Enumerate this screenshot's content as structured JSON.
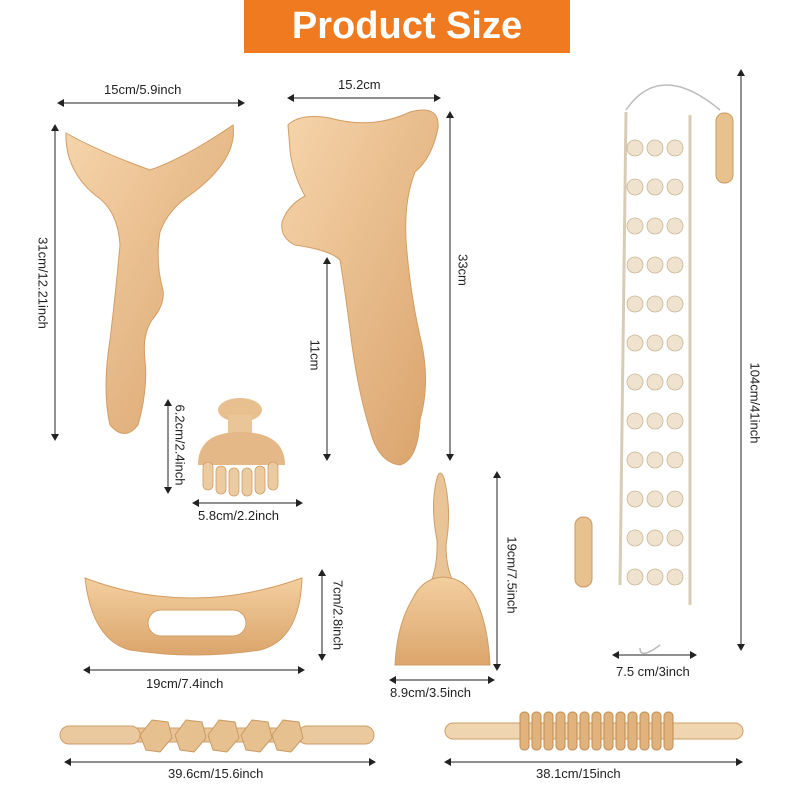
{
  "title": "Product Size",
  "colors": {
    "banner": "#ef7a1f",
    "wood_light": "#f1c99a",
    "wood_dark": "#dca86f",
    "bead": "#efe3cf"
  },
  "products": [
    {
      "name": "v-shaped-board",
      "dims": [
        "15cm/5.9inch",
        "31cm/12.21inch"
      ]
    },
    {
      "name": "gua-sha-board",
      "dims": [
        "15.2cm",
        "33cm",
        "11cm"
      ]
    },
    {
      "name": "mushroom-massager",
      "dims": [
        "6.2cm/2.4inch",
        "5.8cm/2.2inch"
      ]
    },
    {
      "name": "bead-belt-roller",
      "dims": [
        "104cm/41inch",
        "7.5 cm/3inch"
      ]
    },
    {
      "name": "curved-handle-board",
      "dims": [
        "7cm/2.8inch",
        "19cm/7.4inch"
      ]
    },
    {
      "name": "swedish-cup",
      "dims": [
        "19cm/7.5inch",
        "8.9cm/3.5inch"
      ]
    },
    {
      "name": "beaded-stick-roller",
      "dims": [
        "39.6cm/15.6inch"
      ]
    },
    {
      "name": "gear-stick-roller",
      "dims": [
        "38.1cm/15inch"
      ]
    }
  ]
}
